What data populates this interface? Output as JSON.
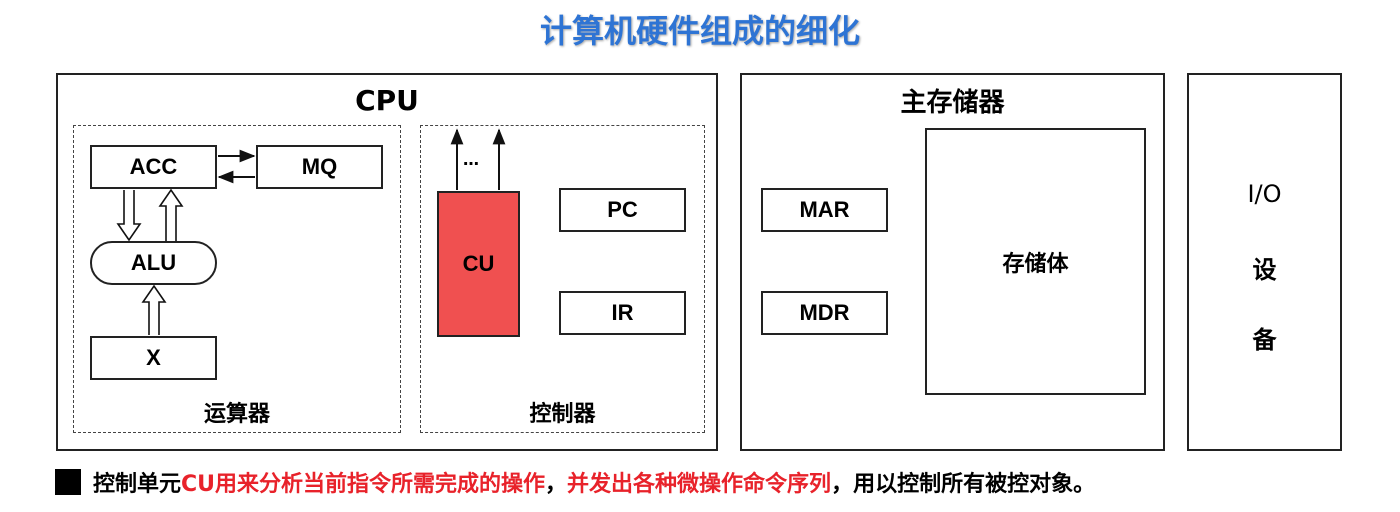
{
  "title": "计算机硬件组成的细化",
  "cpu": {
    "label": "CPU",
    "alu_group": {
      "label": "运算器",
      "acc": "ACC",
      "mq": "MQ",
      "alu": "ALU",
      "x": "X"
    },
    "control_group": {
      "label": "控制器",
      "cu": "CU",
      "pc": "PC",
      "ir": "IR",
      "dots": "…"
    }
  },
  "memory": {
    "label": "主存储器",
    "mar": "MAR",
    "mdr": "MDR",
    "body": "存储体"
  },
  "io": {
    "line1": "I/O",
    "line2": "设",
    "line3": "备"
  },
  "note": {
    "part1": "控制单元",
    "part2": "CU用来分析当前指令所需完成的操作",
    "part3": "，",
    "part4": "并发出各种微操作命令序列",
    "part5": "，用以控制所有被控对象。"
  },
  "colors": {
    "title": "#2e74d4",
    "cu_fill": "#f05050",
    "highlight": "#e8222a"
  }
}
